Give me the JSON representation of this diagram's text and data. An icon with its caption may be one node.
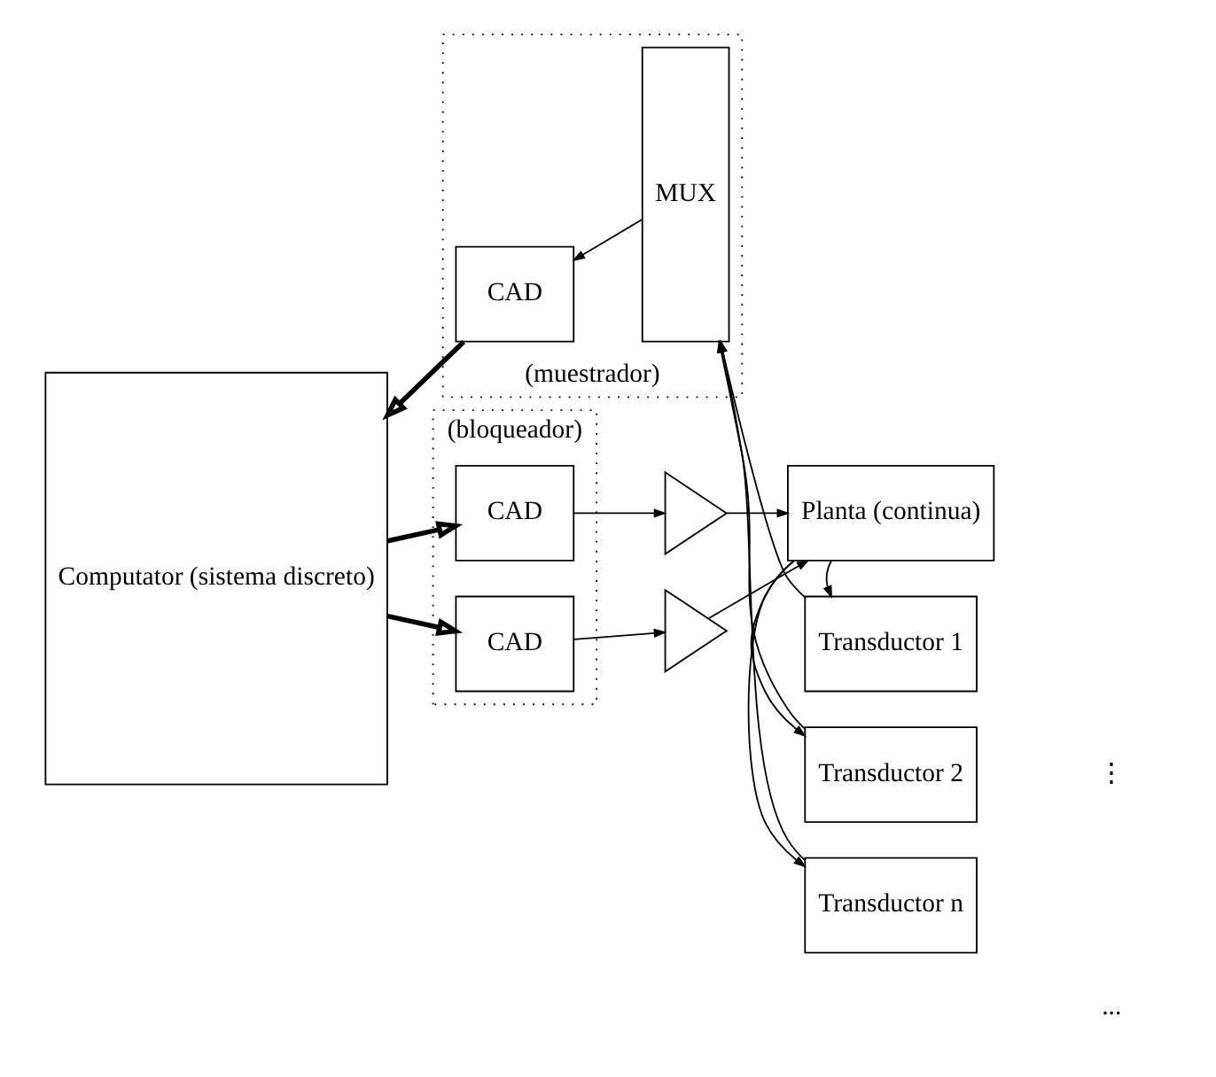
{
  "diagram": {
    "nodes": [
      {
        "text": [
          "Computator (sistema discreto)"
        ]
      },
      {
        "text": [
          "(bloqueador)"
        ]
      },
      {
        "text": [
          "CAD"
        ],
        "in": 1
      },
      {
        "text": [
          "CAD"
        ],
        "in": 1
      },
      {
        "text": [],
        "shape": "triangle"
      },
      {
        "text": [],
        "shape": "triangle"
      },
      {
        "text": [
          "Planta (continua)"
        ]
      },
      {
        "text": [
          "(muestrador)"
        ]
      },
      {
        "text": [
          "CAD"
        ],
        "in": 7
      },
      {
        "text": [
          "MUX"
        ],
        "in": 7
      },
      {
        "text": [
          "Transductor 1"
        ]
      },
      {
        "text": [
          "Transductor 2"
        ]
      },
      {
        "text": [
          "Transductor n"
        ]
      }
    ],
    "edges": [
      {
        "from": 0,
        "to": 2,
        "arrow": "to",
        "style": "thick"
      },
      {
        "from": 0,
        "to": 3,
        "arrow": "to",
        "style": "thick"
      },
      {
        "from": 2,
        "to": 4,
        "arrow": "to"
      },
      {
        "from": 3,
        "to": 5,
        "arrow": "to"
      },
      {
        "from": 4,
        "to": 6,
        "arrow": "to"
      },
      {
        "from": 5,
        "to": 6,
        "arrow": "to"
      },
      {
        "from": 6,
        "to": 10,
        "arrow": "to"
      },
      {
        "from": 6,
        "to": 11,
        "arrow": "to"
      },
      {
        "from": 6,
        "to": 12,
        "arrow": "to"
      },
      {
        "from": 10,
        "to": 9,
        "arrow": "to"
      },
      {
        "from": 11,
        "to": 9,
        "arrow": "to"
      },
      {
        "from": 12,
        "to": 9,
        "arrow": "to"
      },
      {
        "from": 9,
        "to": 8,
        "arrow": "to"
      },
      {
        "from": 8,
        "to": 0,
        "arrow": "to",
        "style": "thick"
      }
    ],
    "labels": [
      "...",
      "⋮"
    ]
  }
}
